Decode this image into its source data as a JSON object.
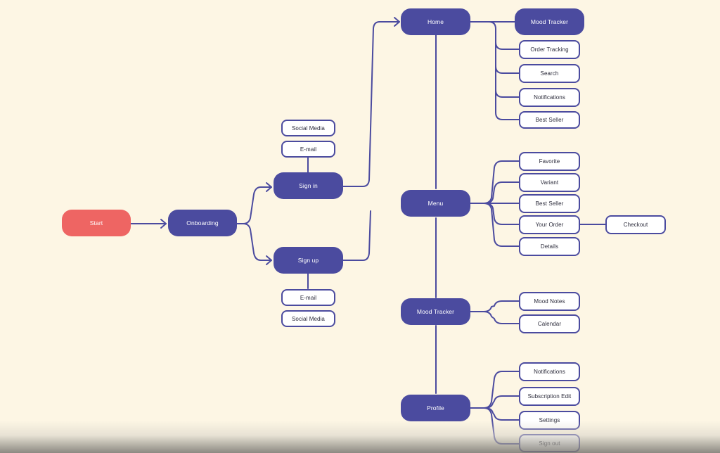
{
  "diagram": {
    "colors": {
      "primary": "#4b4b9f",
      "start": "#ee6563",
      "background": "#fdf6e4",
      "outline_fill": "#ffffff"
    },
    "nodes": {
      "start": "Start",
      "onboarding": "Onboarding",
      "sign_in": "Sign in",
      "sign_in_social_media": "Social Media",
      "sign_in_email": "E-mail",
      "sign_up": "Sign up",
      "sign_up_email": "E-mail",
      "sign_up_social_media": "Social Media",
      "home": "Home",
      "menu": "Menu",
      "mood_tracker": "Mood Tracker",
      "profile": "Profile",
      "home_mood_tracker": "Mood Tracker",
      "home_order_tracking": "Order Tracking",
      "home_search": "Search",
      "home_notifications": "Notifications",
      "home_best_seller": "Best Seller",
      "menu_favorite": "Favorite",
      "menu_variant": "Variant",
      "menu_best_seller": "Best Seller",
      "menu_your_order": "Your Order",
      "menu_checkout": "Checkout",
      "menu_details": "Details",
      "mood_notes": "Mood Notes",
      "mood_calendar": "Calendar",
      "profile_notifications": "Notifications",
      "profile_subscription_edit": "Subscription Edit",
      "profile_settings": "Settings",
      "profile_sign_out": "Sign out"
    }
  }
}
